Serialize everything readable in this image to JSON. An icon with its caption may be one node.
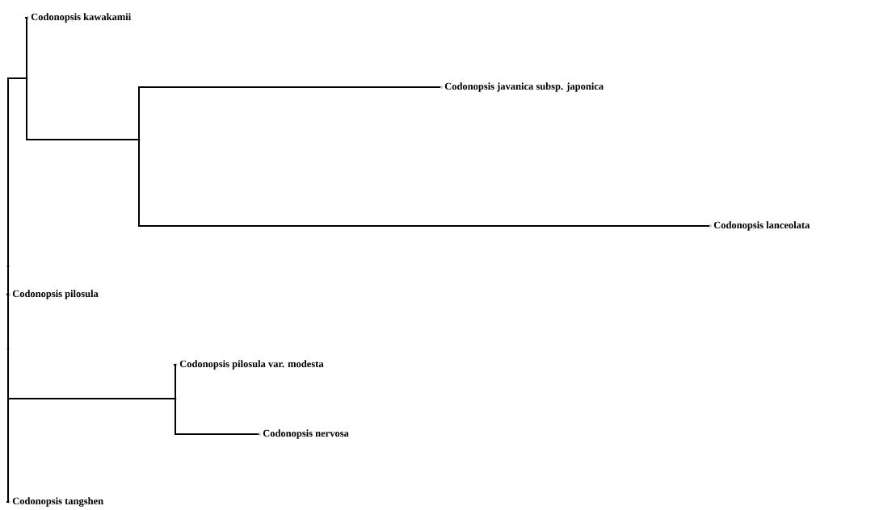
{
  "diagram": {
    "nodes": [
      {
        "text": [],
        "shape": "circle"
      },
      {
        "text": [],
        "shape": "circle"
      },
      {
        "text": [
          "Codonopsis kawakamii"
        ]
      },
      {
        "text": [],
        "shape": "circle"
      },
      {
        "text": [
          "Codonopsis javanica subsp. japonica"
        ]
      },
      {
        "text": [
          "Codonopsis lanceolata"
        ]
      },
      {
        "text": [
          "Codonopsis pilosula"
        ]
      },
      {
        "text": [],
        "shape": "circle"
      },
      {
        "text": [
          "Codonopsis pilosula var. modesta"
        ]
      },
      {
        "text": [],
        "shape": "circle"
      },
      {
        "text": [
          "Codonopsis nervosa"
        ]
      },
      {
        "text": [
          "Codonopsis tangshen"
        ]
      }
    ],
    "edges": [
      {
        "from": 0,
        "to": 1,
        "arrow": "none"
      },
      {
        "from": 1,
        "to": 2,
        "arrow": "none"
      },
      {
        "from": 1,
        "to": 3,
        "arrow": "none"
      },
      {
        "from": 3,
        "to": 4,
        "arrow": "none"
      },
      {
        "from": 3,
        "to": 5,
        "arrow": "none"
      },
      {
        "from": 0,
        "to": 6,
        "arrow": "none"
      },
      {
        "from": 0,
        "to": 7,
        "arrow": "none"
      },
      {
        "from": 7,
        "to": 9,
        "arrow": "none"
      },
      {
        "from": 9,
        "to": 8,
        "arrow": "none"
      },
      {
        "from": 9,
        "to": 10,
        "arrow": "none"
      },
      {
        "from": 7,
        "to": 11,
        "arrow": "none"
      }
    ]
  }
}
